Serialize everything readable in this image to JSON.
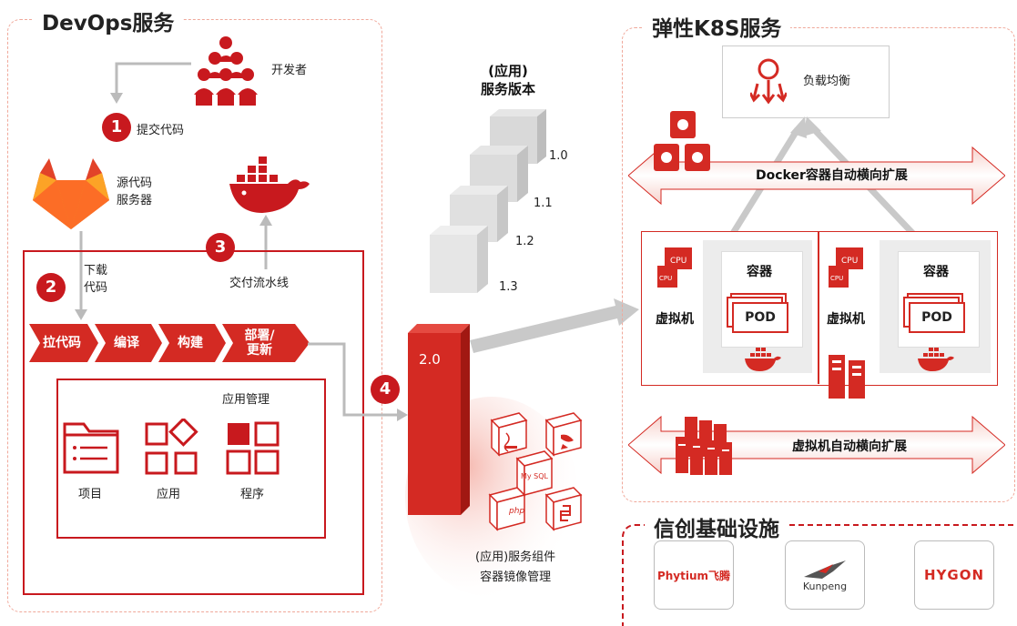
{
  "devops": {
    "title": "DevOps服务",
    "developers_label": "开发者",
    "steps": [
      {
        "num": "1",
        "label": "提交代码"
      },
      {
        "num": "2",
        "label_line1": "下载",
        "label_line2": "代码"
      },
      {
        "num": "3",
        "label": "交付流水线"
      },
      {
        "num": "4"
      }
    ],
    "source_server_line1": "源代码",
    "source_server_line2": "服务器",
    "pipeline": [
      {
        "label": "拉代码"
      },
      {
        "label": "编译"
      },
      {
        "label": "构建"
      },
      {
        "label_line1": "部署/",
        "label_line2": "更新"
      }
    ],
    "app_mgmt": {
      "title": "应用管理",
      "items": [
        "项目",
        "应用",
        "程序"
      ]
    }
  },
  "versions": {
    "title_line1": "(应用)",
    "title_line2": "服务版本",
    "labels": [
      "1.0",
      "1.1",
      "1.2",
      "1.3"
    ],
    "current": "2.0"
  },
  "components": {
    "line1": "(应用)服务组件",
    "line2": "容器镜像管理",
    "icons": [
      "java-icon",
      "scala-icon",
      "mysql-icon",
      "php-icon",
      "python-icon"
    ],
    "mysql_text": "My SQL",
    "php_text": "php"
  },
  "k8s": {
    "title": "弹性K8S服务",
    "load_balancer": "负载均衡",
    "docker_scale": "Docker容器自动横向扩展",
    "vm_scale": "虚拟机自动横向扩展",
    "vms": [
      {
        "label": "虚拟机",
        "container": "容器",
        "pod": "POD",
        "cpu": "CPU"
      },
      {
        "label": "虚拟机",
        "container": "容器",
        "pod": "POD",
        "cpu": "CPU"
      }
    ]
  },
  "infra": {
    "title": "信创基础设施",
    "vendors": [
      "Phytium飞腾",
      "Kunpeng",
      "HYGON"
    ]
  },
  "colors": {
    "brand_red": "#c8191e",
    "light_red": "#f6c9c3",
    "gray": "#c9c9c9"
  }
}
